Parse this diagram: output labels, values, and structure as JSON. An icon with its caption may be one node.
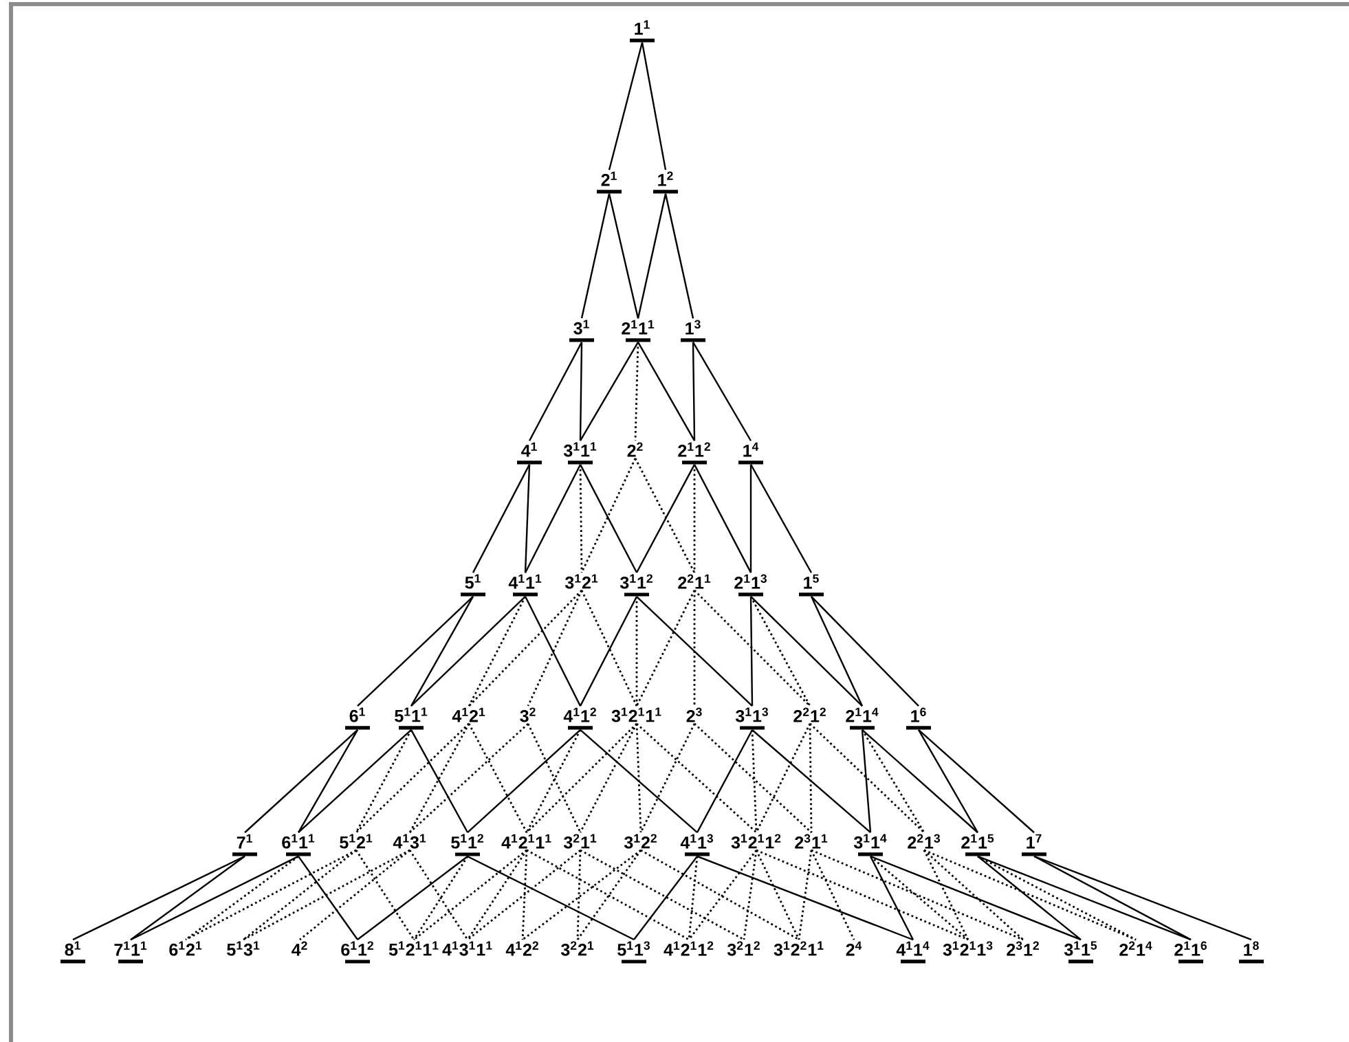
{
  "diagram": {
    "nodes": [
      {
        "text": [
          "1$^{1}$"
        ]
      },
      {
        "text": [
          "2$^{1}$"
        ]
      },
      {
        "text": [
          "1$^{2}$"
        ]
      },
      {
        "text": [
          "3$^{1}$"
        ]
      },
      {
        "text": [
          "2$^{1}$1$^{1}$"
        ]
      },
      {
        "text": [
          "1$^{3}$"
        ]
      },
      {
        "text": [
          "4$^{1}$"
        ]
      },
      {
        "text": [
          "3$^{1}$1$^{1}$"
        ]
      },
      {
        "text": [
          "2$^{2}$"
        ]
      },
      {
        "text": [
          "2$^{1}$1$^{2}$"
        ]
      },
      {
        "text": [
          "1$^{4}$"
        ]
      },
      {
        "text": [
          "5$^{1}$"
        ]
      },
      {
        "text": [
          "4$^{1}$1$^{1}$"
        ]
      },
      {
        "text": [
          "3$^{1}$2$^{1}$"
        ]
      },
      {
        "text": [
          "3$^{1}$1$^{2}$"
        ]
      },
      {
        "text": [
          "2$^{2}$1$^{1}$"
        ]
      },
      {
        "text": [
          "2$^{1}$1$^{3}$"
        ]
      },
      {
        "text": [
          "1$^{5}$"
        ]
      },
      {
        "text": [
          "6$^{1}$"
        ]
      },
      {
        "text": [
          "5$^{1}$1$^{1}$"
        ]
      },
      {
        "text": [
          "4$^{1}$2$^{1}$"
        ]
      },
      {
        "text": [
          "3$^{2}$"
        ]
      },
      {
        "text": [
          "4$^{1}$1$^{2}$"
        ]
      },
      {
        "text": [
          "3$^{1}$2$^{1}$1$^{1}$"
        ]
      },
      {
        "text": [
          "2$^{3}$"
        ]
      },
      {
        "text": [
          "3$^{1}$1$^{3}$"
        ]
      },
      {
        "text": [
          "2$^{2}$1$^{2}$"
        ]
      },
      {
        "text": [
          "2$^{1}$1$^{4}$"
        ]
      },
      {
        "text": [
          "1$^{6}$"
        ]
      },
      {
        "text": [
          "7$^{1}$"
        ]
      },
      {
        "text": [
          "6$^{1}$1$^{1}$"
        ]
      },
      {
        "text": [
          "5$^{1}$2$^{1}$"
        ]
      },
      {
        "text": [
          "4$^{1}$3$^{1}$"
        ]
      },
      {
        "text": [
          "5$^{1}$1$^{2}$"
        ]
      },
      {
        "text": [
          "4$^{1}$2$^{1}$1$^{1}$"
        ]
      },
      {
        "text": [
          "3$^{2}$1$^{1}$"
        ]
      },
      {
        "text": [
          "3$^{1}$2$^{2}$"
        ]
      },
      {
        "text": [
          "4$^{1}$1$^{3}$"
        ]
      },
      {
        "text": [
          "3$^{1}$2$^{1}$1$^{2}$"
        ]
      },
      {
        "text": [
          "2$^{3}$1$^{1}$"
        ]
      },
      {
        "text": [
          "3$^{1}$1$^{4}$"
        ]
      },
      {
        "text": [
          "2$^{2}$1$^{3}$"
        ]
      },
      {
        "text": [
          "2$^{1}$1$^{5}$"
        ]
      },
      {
        "text": [
          "1$^{7}$"
        ]
      },
      {
        "text": [
          "8$^{1}$"
        ]
      },
      {
        "text": [
          "7$^{1}$1$^{1}$"
        ]
      },
      {
        "text": [
          "6$^{1}$2$^{1}$"
        ]
      },
      {
        "text": [
          "5$^{1}$3$^{1}$"
        ]
      },
      {
        "text": [
          "4$^{2}$"
        ]
      },
      {
        "text": [
          "6$^{1}$1$^{2}$"
        ]
      },
      {
        "text": [
          "5$^{1}$2$^{1}$1$^{1}$"
        ]
      },
      {
        "text": [
          "4$^{1}$3$^{1}$1$^{1}$"
        ]
      },
      {
        "text": [
          "4$^{1}$2$^{2}$"
        ]
      },
      {
        "text": [
          "3$^{2}$2$^{1}$"
        ]
      },
      {
        "text": [
          "5$^{1}$1$^{3}$"
        ]
      },
      {
        "text": [
          "4$^{1}$2$^{1}$1$^{2}$"
        ]
      },
      {
        "text": [
          "3$^{2}$1$^{2}$"
        ]
      },
      {
        "text": [
          "3$^{1}$2$^{2}$1$^{1}$"
        ]
      },
      {
        "text": [
          "2$^{4}$"
        ]
      },
      {
        "text": [
          "4$^{1}$1$^{4}$"
        ]
      },
      {
        "text": [
          "3$^{1}$2$^{1}$1$^{3}$"
        ]
      },
      {
        "text": [
          "2$^{3}$1$^{2}$"
        ]
      },
      {
        "text": [
          "3$^{1}$1$^{5}$"
        ]
      },
      {
        "text": [
          "2$^{2}$1$^{4}$"
        ]
      },
      {
        "text": [
          "2$^{1}$1$^{6}$"
        ]
      },
      {
        "text": [
          "1$^{8}$"
        ]
      }
    ],
    "edges": [
      {
        "from": 0,
        "to": 1,
        "arrow": "none"
      },
      {
        "from": 0,
        "to": 2,
        "arrow": "none"
      },
      {
        "from": 1,
        "to": 3,
        "arrow": "none"
      },
      {
        "from": 1,
        "to": 4,
        "arrow": "none"
      },
      {
        "from": 2,
        "to": 4,
        "arrow": "none"
      },
      {
        "from": 2,
        "to": 5,
        "arrow": "none"
      },
      {
        "from": 3,
        "to": 6,
        "arrow": "none"
      },
      {
        "from": 3,
        "to": 7,
        "arrow": "none"
      },
      {
        "from": 4,
        "to": 7,
        "arrow": "none"
      },
      {
        "from": 4,
        "to": 8,
        "arrow": "none",
        "style": "dashed"
      },
      {
        "from": 4,
        "to": 9,
        "arrow": "none"
      },
      {
        "from": 5,
        "to": 9,
        "arrow": "none"
      },
      {
        "from": 5,
        "to": 10,
        "arrow": "none"
      },
      {
        "from": 6,
        "to": 11,
        "arrow": "none"
      },
      {
        "from": 6,
        "to": 12,
        "arrow": "none"
      },
      {
        "from": 7,
        "to": 12,
        "arrow": "none"
      },
      {
        "from": 7,
        "to": 13,
        "arrow": "none",
        "style": "dashed"
      },
      {
        "from": 7,
        "to": 14,
        "arrow": "none"
      },
      {
        "from": 8,
        "to": 13,
        "arrow": "none",
        "style": "dashed"
      },
      {
        "from": 8,
        "to": 15,
        "arrow": "none",
        "style": "dashed"
      },
      {
        "from": 9,
        "to": 14,
        "arrow": "none"
      },
      {
        "from": 9,
        "to": 15,
        "arrow": "none",
        "style": "dashed"
      },
      {
        "from": 9,
        "to": 16,
        "arrow": "none"
      },
      {
        "from": 10,
        "to": 16,
        "arrow": "none"
      },
      {
        "from": 10,
        "to": 17,
        "arrow": "none"
      },
      {
        "from": 11,
        "to": 18,
        "arrow": "none"
      },
      {
        "from": 11,
        "to": 19,
        "arrow": "none"
      },
      {
        "from": 12,
        "to": 19,
        "arrow": "none"
      },
      {
        "from": 12,
        "to": 20,
        "arrow": "none",
        "style": "dashed"
      },
      {
        "from": 12,
        "to": 22,
        "arrow": "none"
      },
      {
        "from": 13,
        "to": 20,
        "arrow": "none",
        "style": "dashed"
      },
      {
        "from": 13,
        "to": 21,
        "arrow": "none",
        "style": "dashed"
      },
      {
        "from": 13,
        "to": 23,
        "arrow": "none",
        "style": "dashed"
      },
      {
        "from": 14,
        "to": 22,
        "arrow": "none"
      },
      {
        "from": 14,
        "to": 23,
        "arrow": "none",
        "style": "dashed"
      },
      {
        "from": 14,
        "to": 25,
        "arrow": "none"
      },
      {
        "from": 15,
        "to": 23,
        "arrow": "none",
        "style": "dashed"
      },
      {
        "from": 15,
        "to": 24,
        "arrow": "none",
        "style": "dashed"
      },
      {
        "from": 15,
        "to": 26,
        "arrow": "none",
        "style": "dashed"
      },
      {
        "from": 16,
        "to": 25,
        "arrow": "none"
      },
      {
        "from": 16,
        "to": 26,
        "arrow": "none",
        "style": "dashed"
      },
      {
        "from": 16,
        "to": 27,
        "arrow": "none"
      },
      {
        "from": 17,
        "to": 27,
        "arrow": "none"
      },
      {
        "from": 17,
        "to": 28,
        "arrow": "none"
      },
      {
        "from": 18,
        "to": 29,
        "arrow": "none"
      },
      {
        "from": 18,
        "to": 30,
        "arrow": "none"
      },
      {
        "from": 19,
        "to": 30,
        "arrow": "none"
      },
      {
        "from": 19,
        "to": 31,
        "arrow": "none",
        "style": "dashed"
      },
      {
        "from": 19,
        "to": 33,
        "arrow": "none"
      },
      {
        "from": 20,
        "to": 31,
        "arrow": "none",
        "style": "dashed"
      },
      {
        "from": 20,
        "to": 32,
        "arrow": "none",
        "style": "dashed"
      },
      {
        "from": 20,
        "to": 34,
        "arrow": "none",
        "style": "dashed"
      },
      {
        "from": 21,
        "to": 32,
        "arrow": "none",
        "style": "dashed"
      },
      {
        "from": 21,
        "to": 35,
        "arrow": "none",
        "style": "dashed"
      },
      {
        "from": 22,
        "to": 33,
        "arrow": "none"
      },
      {
        "from": 22,
        "to": 34,
        "arrow": "none",
        "style": "dashed"
      },
      {
        "from": 22,
        "to": 37,
        "arrow": "none"
      },
      {
        "from": 23,
        "to": 34,
        "arrow": "none",
        "style": "dashed"
      },
      {
        "from": 23,
        "to": 35,
        "arrow": "none",
        "style": "dashed"
      },
      {
        "from": 23,
        "to": 36,
        "arrow": "none",
        "style": "dashed"
      },
      {
        "from": 23,
        "to": 38,
        "arrow": "none",
        "style": "dashed"
      },
      {
        "from": 24,
        "to": 36,
        "arrow": "none",
        "style": "dashed"
      },
      {
        "from": 24,
        "to": 39,
        "arrow": "none",
        "style": "dashed"
      },
      {
        "from": 25,
        "to": 37,
        "arrow": "none"
      },
      {
        "from": 25,
        "to": 38,
        "arrow": "none",
        "style": "dashed"
      },
      {
        "from": 25,
        "to": 40,
        "arrow": "none"
      },
      {
        "from": 26,
        "to": 38,
        "arrow": "none",
        "style": "dashed"
      },
      {
        "from": 26,
        "to": 39,
        "arrow": "none",
        "style": "dashed"
      },
      {
        "from": 26,
        "to": 41,
        "arrow": "none",
        "style": "dashed"
      },
      {
        "from": 27,
        "to": 40,
        "arrow": "none"
      },
      {
        "from": 27,
        "to": 41,
        "arrow": "none",
        "style": "dashed"
      },
      {
        "from": 27,
        "to": 42,
        "arrow": "none"
      },
      {
        "from": 28,
        "to": 42,
        "arrow": "none"
      },
      {
        "from": 28,
        "to": 43,
        "arrow": "none"
      },
      {
        "from": 29,
        "to": 44,
        "arrow": "none"
      },
      {
        "from": 29,
        "to": 45,
        "arrow": "none"
      },
      {
        "from": 30,
        "to": 45,
        "arrow": "none"
      },
      {
        "from": 30,
        "to": 46,
        "arrow": "none",
        "style": "dashed"
      },
      {
        "from": 30,
        "to": 49,
        "arrow": "none"
      },
      {
        "from": 31,
        "to": 46,
        "arrow": "none",
        "style": "dashed"
      },
      {
        "from": 31,
        "to": 47,
        "arrow": "none",
        "style": "dashed"
      },
      {
        "from": 31,
        "to": 50,
        "arrow": "none",
        "style": "dashed"
      },
      {
        "from": 32,
        "to": 47,
        "arrow": "none",
        "style": "dashed"
      },
      {
        "from": 32,
        "to": 48,
        "arrow": "none",
        "style": "dashed"
      },
      {
        "from": 32,
        "to": 51,
        "arrow": "none",
        "style": "dashed"
      },
      {
        "from": 33,
        "to": 49,
        "arrow": "none"
      },
      {
        "from": 33,
        "to": 50,
        "arrow": "none",
        "style": "dashed"
      },
      {
        "from": 33,
        "to": 54,
        "arrow": "none"
      },
      {
        "from": 34,
        "to": 50,
        "arrow": "none",
        "style": "dashed"
      },
      {
        "from": 34,
        "to": 51,
        "arrow": "none",
        "style": "dashed"
      },
      {
        "from": 34,
        "to": 52,
        "arrow": "none",
        "style": "dashed"
      },
      {
        "from": 34,
        "to": 55,
        "arrow": "none",
        "style": "dashed"
      },
      {
        "from": 35,
        "to": 51,
        "arrow": "none",
        "style": "dashed"
      },
      {
        "from": 35,
        "to": 53,
        "arrow": "none",
        "style": "dashed"
      },
      {
        "from": 35,
        "to": 56,
        "arrow": "none",
        "style": "dashed"
      },
      {
        "from": 36,
        "to": 52,
        "arrow": "none",
        "style": "dashed"
      },
      {
        "from": 36,
        "to": 53,
        "arrow": "none",
        "style": "dashed"
      },
      {
        "from": 36,
        "to": 57,
        "arrow": "none",
        "style": "dashed"
      },
      {
        "from": 37,
        "to": 54,
        "arrow": "none"
      },
      {
        "from": 37,
        "to": 55,
        "arrow": "none",
        "style": "dashed"
      },
      {
        "from": 37,
        "to": 59,
        "arrow": "none"
      },
      {
        "from": 38,
        "to": 55,
        "arrow": "none",
        "style": "dashed"
      },
      {
        "from": 38,
        "to": 56,
        "arrow": "none",
        "style": "dashed"
      },
      {
        "from": 38,
        "to": 57,
        "arrow": "none",
        "style": "dashed"
      },
      {
        "from": 38,
        "to": 60,
        "arrow": "none",
        "style": "dashed"
      },
      {
        "from": 39,
        "to": 57,
        "arrow": "none",
        "style": "dashed"
      },
      {
        "from": 39,
        "to": 58,
        "arrow": "none",
        "style": "dashed"
      },
      {
        "from": 39,
        "to": 61,
        "arrow": "none",
        "style": "dashed"
      },
      {
        "from": 40,
        "to": 59,
        "arrow": "none"
      },
      {
        "from": 40,
        "to": 60,
        "arrow": "none",
        "style": "dashed"
      },
      {
        "from": 40,
        "to": 62,
        "arrow": "none"
      },
      {
        "from": 41,
        "to": 60,
        "arrow": "none",
        "style": "dashed"
      },
      {
        "from": 41,
        "to": 61,
        "arrow": "none",
        "style": "dashed"
      },
      {
        "from": 41,
        "to": 63,
        "arrow": "none",
        "style": "dashed"
      },
      {
        "from": 42,
        "to": 62,
        "arrow": "none"
      },
      {
        "from": 42,
        "to": 63,
        "arrow": "none",
        "style": "dashed"
      },
      {
        "from": 42,
        "to": 64,
        "arrow": "none"
      },
      {
        "from": 43,
        "to": 64,
        "arrow": "none"
      },
      {
        "from": 43,
        "to": 65,
        "arrow": "none"
      }
    ]
  }
}
